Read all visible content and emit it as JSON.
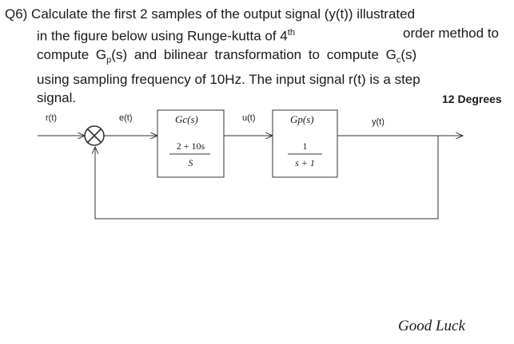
{
  "question": {
    "line1": "Q6) Calculate the first 2 samples of the output signal (y(t)) illustrated",
    "line2_main": "in the figure below using Runge-kutta of 4",
    "line2_sup": "th",
    "line2_end": "order method to",
    "line3_a": "compute G",
    "line3_sub1": "p",
    "line3_b": "(s) and bilinear transformation to compute G",
    "line3_sub2": "c",
    "line3_c": "(s)",
    "line4": "using sampling frequency of 10Hz. The input signal r(t) is a step",
    "line5": "signal.",
    "marks": "12 Degrees"
  },
  "diagram": {
    "input_label": "r(t)",
    "error_label": "e(t)",
    "control_label": "u(t)",
    "output_label": "y(t)",
    "controller": {
      "title": "Gc(s)",
      "numerator": "2 + 10s",
      "denominator": "S"
    },
    "plant": {
      "title": "Gp(s)",
      "numerator": "1",
      "denominator": "s + 1"
    }
  },
  "footer": {
    "text": "Good Luck"
  }
}
